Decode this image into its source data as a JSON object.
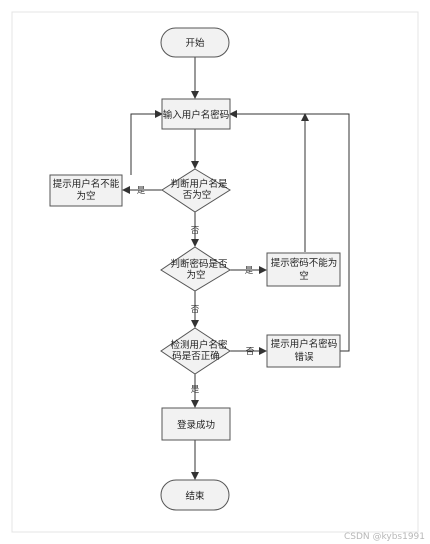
{
  "nodes": {
    "start": "开始",
    "input": "输入用户名密码",
    "check_user_empty": [
      "判断用户名是",
      "否为空"
    ],
    "warn_user_empty": [
      "提示用户名不能",
      "为空"
    ],
    "check_pwd_empty": [
      "判断密码是否",
      "为空"
    ],
    "warn_pwd_empty": [
      "提示密码不能为",
      "空"
    ],
    "check_correct": [
      "检测用户名密",
      "码是否正确"
    ],
    "warn_error": [
      "提示用户名密码",
      "错误"
    ],
    "login_ok": "登录成功",
    "end": "结束"
  },
  "edge_labels": {
    "yes1": "是",
    "no1": "否",
    "yes2": "是",
    "no2": "否",
    "no3": "否",
    "yes3": "是"
  },
  "watermark": "CSDN @kybs1991",
  "colors": {
    "node_fill": "#f2f2f2",
    "node_stroke": "#555555",
    "edge": "#333333",
    "frame": "#e4e4e4"
  }
}
